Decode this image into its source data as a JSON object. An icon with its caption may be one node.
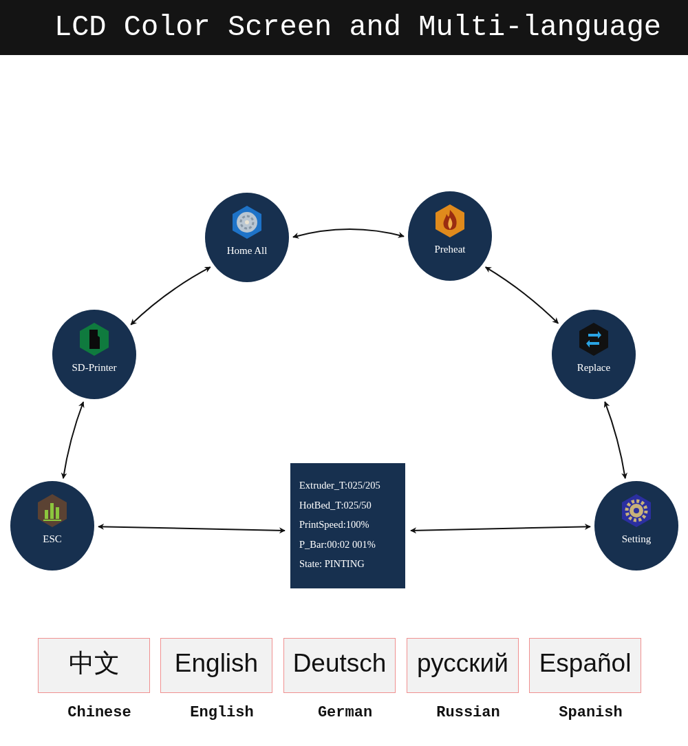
{
  "diagram": {
    "title": "LCD Color Screen and Multi-language",
    "nodes": [
      {
        "text": [
          "Home All"
        ]
      },
      {
        "text": [
          "Preheat"
        ]
      },
      {
        "text": [
          "SD-Printer"
        ]
      },
      {
        "text": [
          "Replace"
        ]
      },
      {
        "text": [
          "ESC"
        ]
      },
      {
        "text": [
          "Extruder_T:025/205",
          "HotBed_T:025/50",
          "PrintSpeed:100%",
          "P_Bar:00:02 001%",
          "State: PINTING"
        ]
      },
      {
        "text": [
          "Setting"
        ]
      },
      {
        "text": [
          "中文"
        ],
        "beside": [
          "Chinese"
        ]
      },
      {
        "text": [
          "English"
        ],
        "beside": [
          "English"
        ]
      },
      {
        "text": [
          "Deutsch"
        ],
        "beside": [
          "German"
        ]
      },
      {
        "text": [
          "русский"
        ],
        "beside": [
          "Russian"
        ]
      },
      {
        "text": [
          "Español"
        ],
        "beside": [
          "Spanish"
        ]
      }
    ],
    "edges": [
      {
        "from": 0,
        "to": 1,
        "arrow": "both"
      },
      {
        "from": 1,
        "to": 3,
        "arrow": "both"
      },
      {
        "from": 3,
        "to": 6,
        "arrow": "both"
      },
      {
        "from": 2,
        "to": 0,
        "arrow": "both"
      },
      {
        "from": 4,
        "to": 2,
        "arrow": "both"
      },
      {
        "from": 4,
        "to": 5,
        "arrow": "both"
      },
      {
        "from": 5,
        "to": 6,
        "arrow": "both"
      }
    ]
  }
}
